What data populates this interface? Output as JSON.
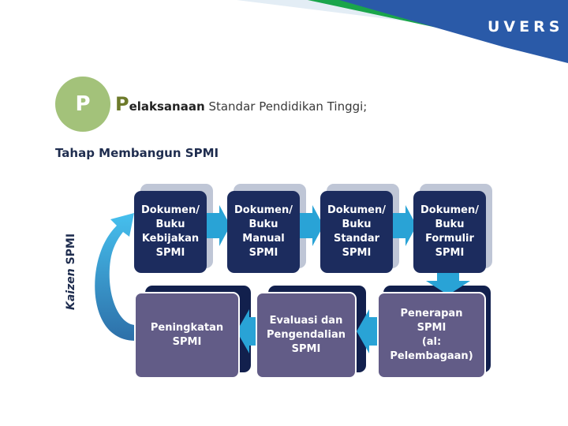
{
  "header": {
    "logo_text": "UVERS"
  },
  "badge": {
    "letter": "P"
  },
  "title": {
    "first_letter": "P",
    "bold_rest": "elaksanaan",
    "rest": " Standar Pendidikan Tinggi;"
  },
  "subtitle": "Tahap Membangun SPMI",
  "cycle_label": {
    "italic": "Kaizen",
    "plain": " SPMI"
  },
  "top_row": [
    {
      "label": "Dokumen/\nBuku\nKebijakan\nSPMI"
    },
    {
      "label": "Dokumen/\nBuku\nManual\nSPMI"
    },
    {
      "label": "Dokumen/\nBuku\nStandar\nSPMI"
    },
    {
      "label": "Dokumen/\nBuku\nFormulir\nSPMI"
    }
  ],
  "bottom_row": [
    {
      "label": "Peningkatan\nSPMI"
    },
    {
      "label": "Evaluasi dan\nPengendalian\nSPMI"
    },
    {
      "label": "Penerapan\nSPMI\n(al: Pelembagaan)"
    }
  ],
  "colors": {
    "top_box": "#1c2c5e",
    "bottom_box": "#625c87",
    "arrow": "#29a3d6",
    "badge": "#a3c27a",
    "banner_blue": "#2a5aa8",
    "banner_green": "#1aa54b"
  }
}
